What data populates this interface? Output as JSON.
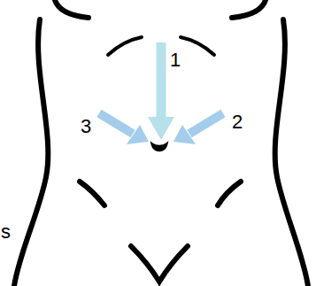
{
  "diagram": {
    "labels": [
      "1",
      "2",
      "3",
      "s"
    ]
  }
}
